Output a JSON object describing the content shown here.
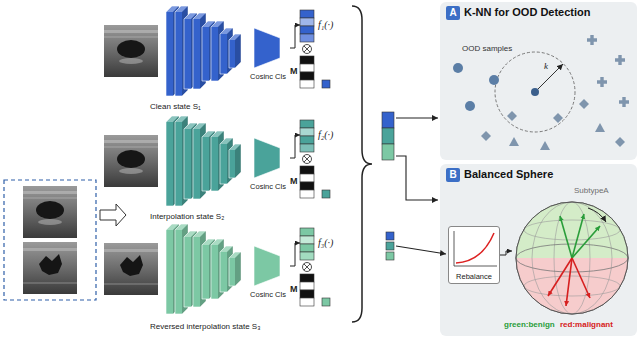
{
  "diagram": {
    "nodes": [
      {
        "text": [
          "Cosinc Cls"
        ]
      },
      {
        "text": [
          "f₁(·)"
        ]
      },
      {
        "text": [
          "Cosinc Cls"
        ]
      },
      {
        "text": [
          "f₂(·)"
        ]
      },
      {
        "text": [
          "Cosinc Cls"
        ]
      },
      {
        "text": [
          "f₃(·)"
        ]
      },
      {
        "text": [
          "K-NN for OOD Detection"
        ]
      },
      {
        "text": [
          "A"
        ],
        "in": 6
      },
      {
        "text": [
          "Balanced Sphere"
        ]
      },
      {
        "text": [
          "B"
        ],
        "in": 8
      },
      {
        "text": [
          "Rebalance"
        ],
        "in": 8
      },
      {
        "text": [
          "SubtypeA"
        ],
        "in": 8
      }
    ],
    "edges": [
      {
        "from": 0,
        "to": 1,
        "arrow": "to"
      },
      {
        "from": 2,
        "to": 3,
        "arrow": "to"
      },
      {
        "from": 4,
        "to": 5,
        "arrow": "to"
      },
      {
        "from": 10,
        "to": 11,
        "arrow": "to"
      }
    ],
    "labels": [
      "Clean state S₁",
      "M",
      "Interpolation state S₂",
      "M",
      "Reversed interpolation state S₃",
      "M",
      "OOD samples",
      "k",
      "green:benign",
      "red:malignant"
    ]
  }
}
